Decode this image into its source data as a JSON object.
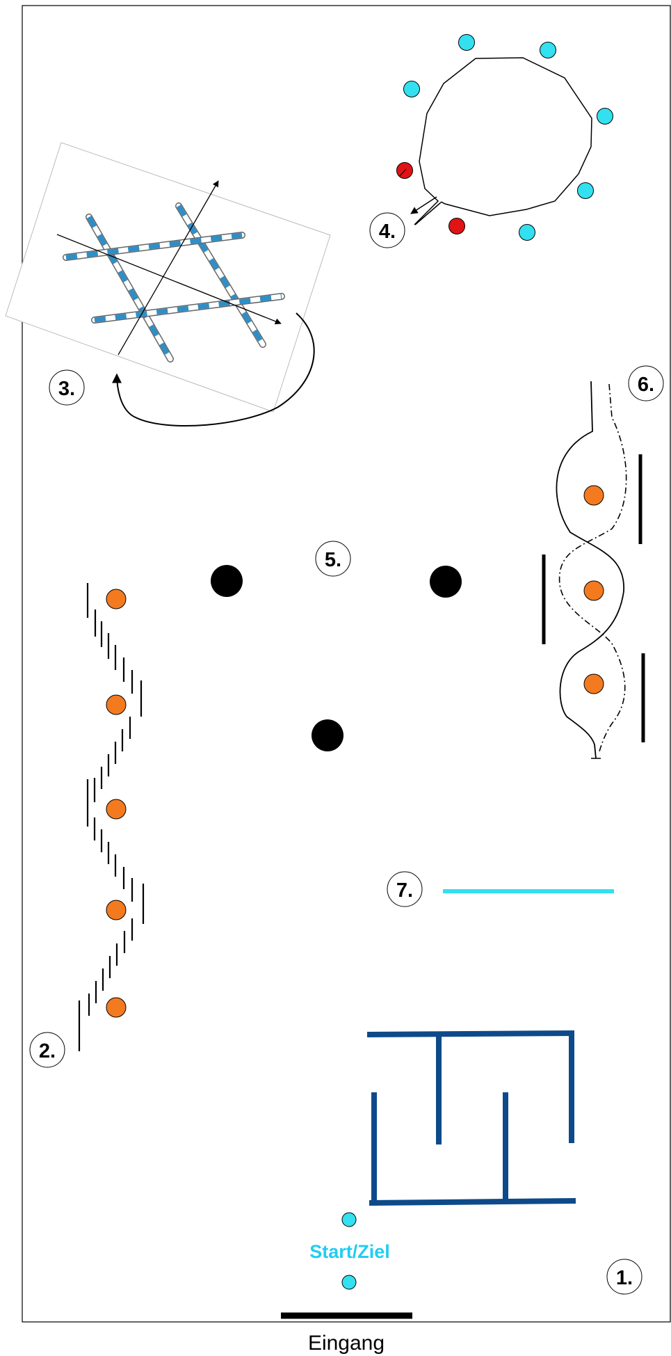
{
  "diagram": {
    "stations": [
      {
        "id": "1",
        "label": "1."
      },
      {
        "id": "2",
        "label": "2."
      },
      {
        "id": "3",
        "label": "3."
      },
      {
        "id": "4",
        "label": "4."
      },
      {
        "id": "5",
        "label": "5."
      },
      {
        "id": "6",
        "label": "6."
      },
      {
        "id": "7",
        "label": "7."
      }
    ],
    "start_label": "Start/Ziel",
    "entrance_label": "Eingang",
    "colors": {
      "cyan": "#33e0f0",
      "orange": "#f47a20",
      "red": "#e01414",
      "maze": "#0e4a8a",
      "pole_blue": "#2f8ec6",
      "line7": "#33e0f0",
      "start_text": "#22ccf2"
    }
  }
}
